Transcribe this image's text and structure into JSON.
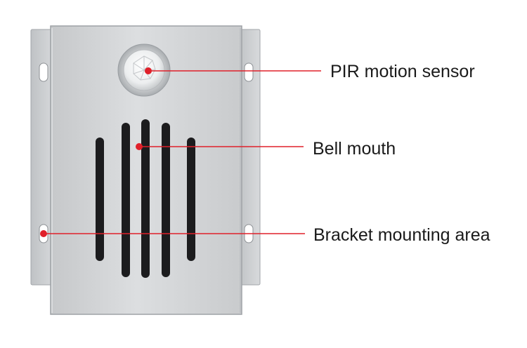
{
  "callouts": {
    "pir_sensor": "PIR motion sensor",
    "bell_mouth": "Bell mouth",
    "bracket_area": "Bracket mounting area"
  },
  "colors": {
    "leader_line": "#e0202a",
    "housing": "#d2d4d6",
    "housing_edge": "#9ea2a6",
    "slot": "#1a1a1a",
    "label_text": "#1a1a1a"
  },
  "parts": {
    "sensor_lens": "faceted-dome-lens",
    "speaker_grille": "vertical-slots",
    "mounting_bracket": "side-flanges-with-keyhole-slots"
  }
}
